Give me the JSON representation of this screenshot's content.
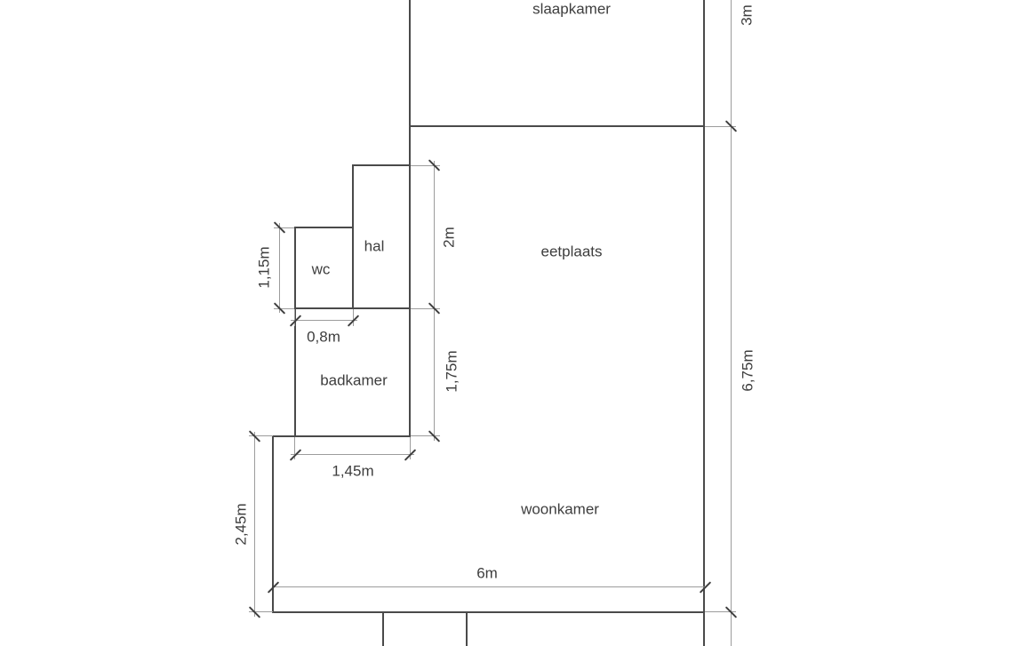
{
  "floorplan": {
    "rooms": {
      "slaapkamer": "slaapkamer",
      "eetplaats": "eetplaats",
      "hal": "hal",
      "wc": "wc",
      "badkamer": "badkamer",
      "woonkamer": "woonkamer"
    },
    "dimensions": {
      "slaapkamer_depth": "3m",
      "hal_side": "2m",
      "wc_side": "1,15m",
      "wc_width": "0,8m",
      "badkamer_side": "1,75m",
      "badkamer_width": "1,45m",
      "woonkamer_left_side": "2,45m",
      "woonkamer_width": "6m",
      "total_right_side": "6,75m"
    },
    "colors": {
      "background": "#ffffff",
      "wall": "#4a4a4a",
      "dimension_line": "#9c9c9c",
      "tick": "#3f3f3f",
      "text": "#3e3e3e"
    }
  }
}
